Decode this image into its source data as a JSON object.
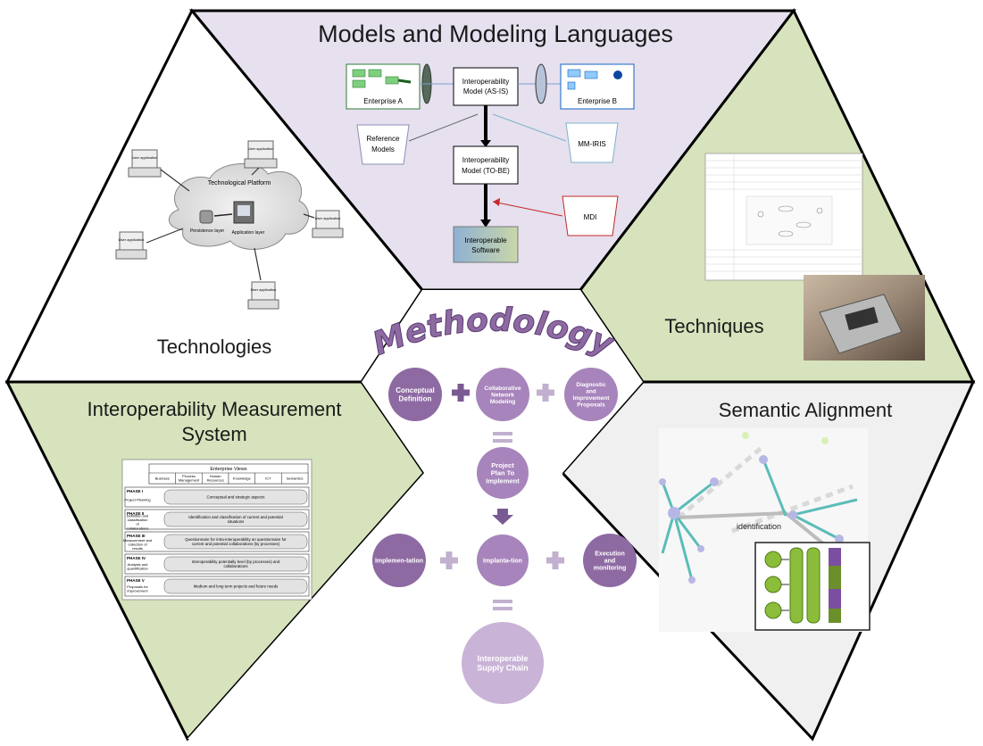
{
  "sections": {
    "models": {
      "title": "Models and Modeling Languages",
      "enterprise_a": "Enterprise A",
      "enterprise_b": "Enterprise B",
      "asis_line1": "Interoperability",
      "asis_line2": "Model (AS-IS)",
      "tobe_line1": "Interoperability",
      "tobe_line2": "Model (TO-BE)",
      "reference_line1": "Reference",
      "reference_line2": "Models",
      "mm_iris": "MM-IRIS",
      "mdi": "MDI",
      "software_line1": "Interoperable",
      "software_line2": "Software"
    },
    "technologies": {
      "title": "Technologies",
      "platform": "Technological Platform",
      "persistence": "Persistence layer",
      "application": "Application layer",
      "user_app": "User application"
    },
    "techniques": {
      "title": "Techniques"
    },
    "measurement": {
      "title_line1": "Interoperability Measurement",
      "title_line2": "System",
      "views_header": "Enterprise Views",
      "views": [
        "Business",
        "Process Management",
        "Human Resources",
        "Knowledge",
        "ICT",
        "Semantics"
      ],
      "phases": [
        {
          "label": "PHASE I",
          "sub": "Project Planning",
          "content": "Conceptual and strategic aspects"
        },
        {
          "label": "PHASE II",
          "sub": "Definition and classification of collaborations",
          "content": "Identification and classification of current and potential situations"
        },
        {
          "label": "PHASE III",
          "sub": "Measurement and collection of results",
          "content": "Questionnaire for intra-interoperability an questionnaire for current and potential collaborations (by processes)"
        },
        {
          "label": "PHASE IV",
          "sub": "Analysis and quantification",
          "content": "Interoperability potentially level (by processes) and collaborations"
        },
        {
          "label": "PHASE V",
          "sub": "Proposals for improvement",
          "content": "Medium and long term projects and future needs"
        }
      ]
    },
    "semantic": {
      "title": "Semantic Alignment",
      "center_label": "identification"
    }
  },
  "methodology": {
    "title": "Methodology",
    "conceptual": "Conceptual Definition",
    "collaborative": "Collaborative Network Modeling",
    "diagnostic": "Diagnostic and Improvement Proposals",
    "project_plan": "Project Plan To Implement",
    "implementation": "Implemen-tation",
    "implantation": "Implanta-tion",
    "execution": "Execution and monitoring",
    "supply_chain": "Interoperable Supply Chain",
    "colors": {
      "dark": "#8e6aa3",
      "mid": "#a784bb",
      "light": "#c9b3d6",
      "plus": "#7a5a92",
      "plus_light": "#c2b0cf"
    }
  },
  "colors": {
    "purple_bg": "#e6e0ef",
    "green_bg": "#d6e3bc",
    "grey_bg": "#f0f0f0"
  }
}
